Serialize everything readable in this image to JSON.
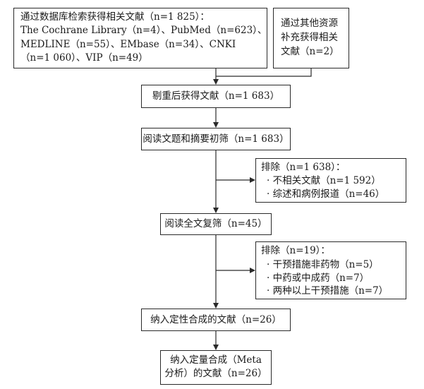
{
  "source_box": {
    "lines": [
      "通过数据库检索获得相关文献（n=1 825）：",
      "The Cochrane Library（n=4）、PubMed（n=623）、",
      "MEDLINE（n=55）、EMbase（n=34）、CNKI",
      "（n=1 060）、VIP（n=49）"
    ]
  },
  "other_box": {
    "lines": [
      "通过其他资源",
      "补充获得相关",
      "文献（n=2）"
    ]
  },
  "dedup_box": {
    "text": "剔重后获得文献（n=1 683）"
  },
  "screen_box": {
    "text": "阅读文题和摘要初筛（n=1 683）"
  },
  "exclude1_box": {
    "title": "排除（n=1 638）：",
    "items": [
      "·  不相关文献（n=1 592）",
      "·  综述和病例报道（n=46）"
    ]
  },
  "fulltext_box": {
    "text": "阅读全文复筛（n=45）"
  },
  "exclude2_box": {
    "title": "排除（n=19）：",
    "items": [
      "·  干预措施非药物（n=5）",
      "·  中药或中成药（n=7）",
      "·  两种以上干预措施（n=7）"
    ]
  },
  "qualitative_box": {
    "text": "纳入定性合成的文献（n=26）"
  },
  "quantitative_box": {
    "lines": [
      "纳入定量合成（Meta",
      "分析）的文献（n=26）"
    ]
  }
}
